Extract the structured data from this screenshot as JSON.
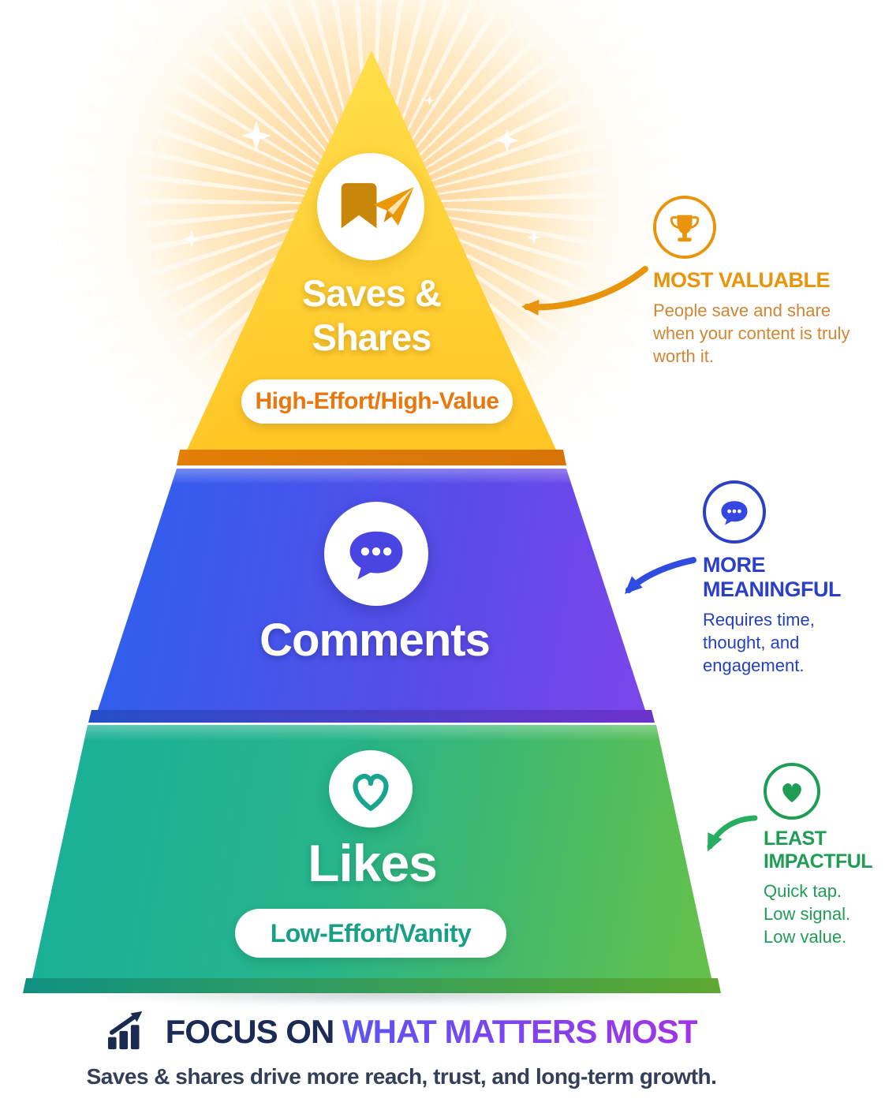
{
  "pyramid": {
    "tiers": [
      {
        "id": "saves-shares",
        "title_line1": "Saves &",
        "title_line2": "Shares",
        "pill": "High-Effort/High-Value",
        "icon": "bookmark-share-icon",
        "color_left": "#FFD93B",
        "color_right": "#F68B0E"
      },
      {
        "id": "comments",
        "title_line1": "Comments",
        "icon": "chat-bubble-icon",
        "color_left": "#2166F0",
        "color_right": "#B03DF0"
      },
      {
        "id": "likes",
        "title_line1": "Likes",
        "pill": "Low-Effort/Vanity",
        "icon": "heart-icon",
        "color_left": "#11AEA2",
        "color_right": "#84C72A"
      }
    ]
  },
  "annotations": [
    {
      "id": "most-valuable",
      "icon": "trophy-icon",
      "title": "MOST VALUABLE",
      "body": "People save and share when your content is truly worth it.",
      "color": "#E8940C"
    },
    {
      "id": "more-meaningful",
      "icon": "chat-bubble-icon",
      "title": "MORE MEANINGFUL",
      "body": "Requires time, thought, and engagement.",
      "color": "#2B3FC8"
    },
    {
      "id": "least-impactful",
      "icon": "heart-icon",
      "title": "LEAST IMPACTFUL",
      "body": "Quick tap. Low signal. Low value.",
      "color": "#1F9D55"
    }
  ],
  "footer": {
    "icon": "growth-chart-icon",
    "title_prefix": "FOCUS ON ",
    "title_highlight": "WHAT MATTERS MOST",
    "subtitle": "Saves & shares drive more reach, trust, and long-term growth."
  },
  "colors": {
    "accent-orange": "#E8940C",
    "accent-blue": "#2B3FC8",
    "accent-green": "#1F9D55",
    "navy": "#1B2B55",
    "highlight-start": "#5B55F2",
    "highlight-end": "#A233E8",
    "pill1-text": "#E8770E",
    "pill3-text": "#17A085"
  }
}
